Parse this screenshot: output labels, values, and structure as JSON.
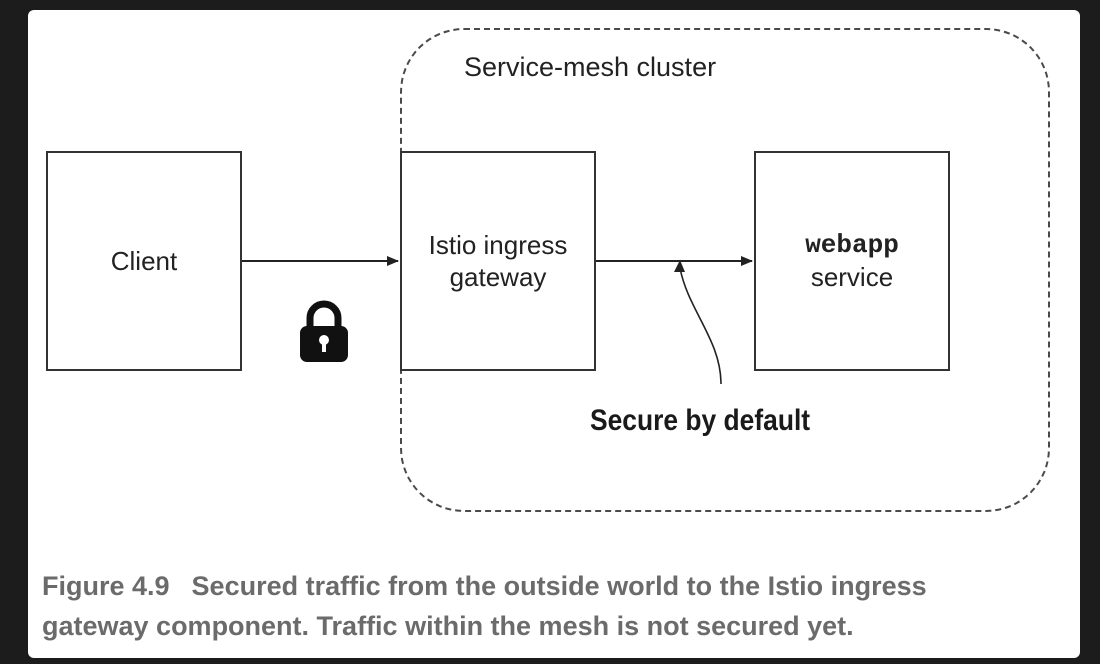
{
  "cluster": {
    "label": "Service-mesh cluster"
  },
  "nodes": {
    "client": {
      "label": "Client"
    },
    "gateway": {
      "line1": "Istio ingress",
      "line2": "gateway"
    },
    "webapp": {
      "line1": "webapp",
      "line2": "service"
    }
  },
  "annotation": {
    "text": "Secure by default"
  },
  "caption": {
    "figure": "Figure 4.9",
    "line1": "Secured traffic from the outside world to the Istio ingress",
    "line2": "gateway component. Traffic within the mesh is not secured yet."
  },
  "icons": {
    "lock": "padlock-icon"
  },
  "colors": {
    "border": "#333333",
    "caption": "#6b6b6b",
    "background": "#1c1c1c"
  }
}
